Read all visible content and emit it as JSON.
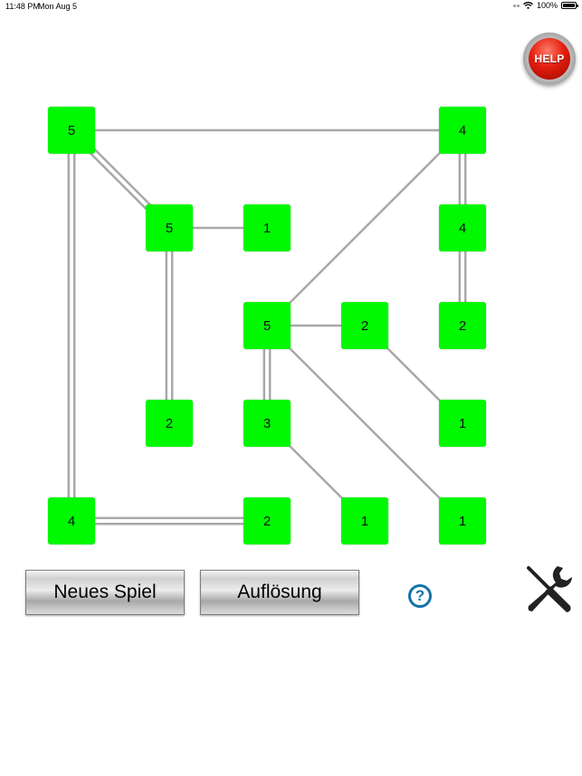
{
  "status_bar": {
    "time": "11:48 PM",
    "date": "Mon Aug 5",
    "battery": "100%",
    "icons": [
      "signal-dots-icon",
      "wifi-icon",
      "battery-icon"
    ]
  },
  "help_button": {
    "label": "HELP",
    "icon": "help-icon",
    "color": "#e41e0e"
  },
  "board": {
    "grid_size": 5,
    "island_color": "#00f800",
    "bridge_color": "#a8a8a8",
    "islands": [
      {
        "id": "a",
        "col": 0,
        "row": 0,
        "value": "5"
      },
      {
        "id": "b",
        "col": 4,
        "row": 0,
        "value": "4"
      },
      {
        "id": "c",
        "col": 1,
        "row": 1,
        "value": "5"
      },
      {
        "id": "d",
        "col": 2,
        "row": 1,
        "value": "1"
      },
      {
        "id": "e",
        "col": 4,
        "row": 1,
        "value": "4"
      },
      {
        "id": "f",
        "col": 2,
        "row": 2,
        "value": "5"
      },
      {
        "id": "g",
        "col": 3,
        "row": 2,
        "value": "2"
      },
      {
        "id": "h",
        "col": 4,
        "row": 2,
        "value": "2"
      },
      {
        "id": "i",
        "col": 1,
        "row": 3,
        "value": "2"
      },
      {
        "id": "j",
        "col": 2,
        "row": 3,
        "value": "3"
      },
      {
        "id": "k",
        "col": 4,
        "row": 3,
        "value": "1"
      },
      {
        "id": "l",
        "col": 0,
        "row": 4,
        "value": "4"
      },
      {
        "id": "m",
        "col": 2,
        "row": 4,
        "value": "2"
      },
      {
        "id": "n",
        "col": 3,
        "row": 4,
        "value": "1"
      },
      {
        "id": "o",
        "col": 4,
        "row": 4,
        "value": "1"
      }
    ],
    "bridges": [
      {
        "from": "a",
        "to": "b",
        "count": 1
      },
      {
        "from": "a",
        "to": "c",
        "count": 2
      },
      {
        "from": "a",
        "to": "l",
        "count": 2
      },
      {
        "from": "b",
        "to": "e",
        "count": 2
      },
      {
        "from": "b",
        "to": "f",
        "count": 1
      },
      {
        "from": "c",
        "to": "d",
        "count": 1
      },
      {
        "from": "c",
        "to": "i",
        "count": 2
      },
      {
        "from": "e",
        "to": "h",
        "count": 2
      },
      {
        "from": "f",
        "to": "g",
        "count": 1
      },
      {
        "from": "f",
        "to": "j",
        "count": 2
      },
      {
        "from": "f",
        "to": "o",
        "count": 1
      },
      {
        "from": "g",
        "to": "k",
        "count": 1
      },
      {
        "from": "j",
        "to": "n",
        "count": 1
      },
      {
        "from": "l",
        "to": "m",
        "count": 2
      }
    ]
  },
  "controls": {
    "new_game_label": "Neues Spiel",
    "solve_label": "Auflösung",
    "info_icon": "question-icon",
    "info_glyph": "?",
    "settings_icon": "tools-icon"
  }
}
